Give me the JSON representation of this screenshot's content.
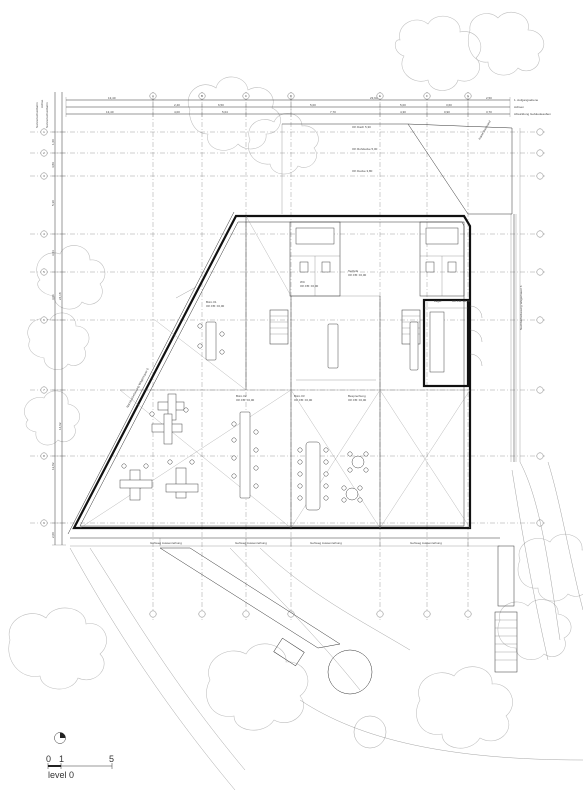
{
  "drawing": {
    "level_label": "level 0",
    "scale_labels": [
      "0",
      "1",
      "5"
    ]
  },
  "dimensions": {
    "top_row_1": [
      "13,40",
      "23,94",
      "2,50"
    ],
    "top_row_2": [
      "2,40",
      "6,50",
      "5,00",
      "5,00",
      "3,60"
    ],
    "top_row_3": [
      "13,40",
      "4,00",
      "5,04",
      "7,70",
      "4,30",
      "0,90",
      "3,70"
    ],
    "left_column": [
      "1,60",
      "4,89",
      "5,30",
      "3,03",
      "24,18",
      "3,01",
      "14,62",
      "12,82",
      "2,00"
    ]
  },
  "right_legend": [
    "1. Aufgangsebene",
    "Achsen",
    "Abwicklung Gebäudeaußen"
  ],
  "left_legend": [
    "Sonnenschutzbahn",
    "Achse",
    "Sonnenschutzbahn"
  ],
  "notes": [
    "OK Dach 5,30",
    "OK Rohdecke 5,00",
    "OK Decke 3,80",
    "Kante Dachrand"
  ],
  "rooms": [
    {
      "name": "WC",
      "area": "OK FB: ±0,00"
    },
    {
      "name": "Lager",
      "area": "OK FB: ±0,00"
    },
    {
      "name": "Büro 01",
      "area": "OK FB: ±0,00"
    },
    {
      "name": "Büro 02",
      "area": "OK FB: ±0,00"
    },
    {
      "name": "Büro 03",
      "area": "OK FB: ±0,00"
    },
    {
      "name": "Besprechung",
      "area": "OK FB: ±0,00"
    },
    {
      "name": "Technik",
      "area": "OK FB: ±0,00"
    }
  ],
  "edge_labels": {
    "front": [
      "Gehweg Aussenreihung",
      "Gehweg Aussenreihung",
      "Gehweg Aussenreihung",
      "Gehweg Aussenreihung"
    ],
    "diagonal": "Nachbarbebauung Wägemauer 6",
    "right": "Nachbarbebauung Wägemauer 6"
  },
  "axis_bubbles": {
    "top": [
      "A",
      "B",
      "C",
      "D",
      "E",
      "F",
      "G"
    ],
    "left": [
      "1",
      "2",
      "3",
      "4",
      "5",
      "6",
      "7",
      "8",
      "9"
    ]
  }
}
